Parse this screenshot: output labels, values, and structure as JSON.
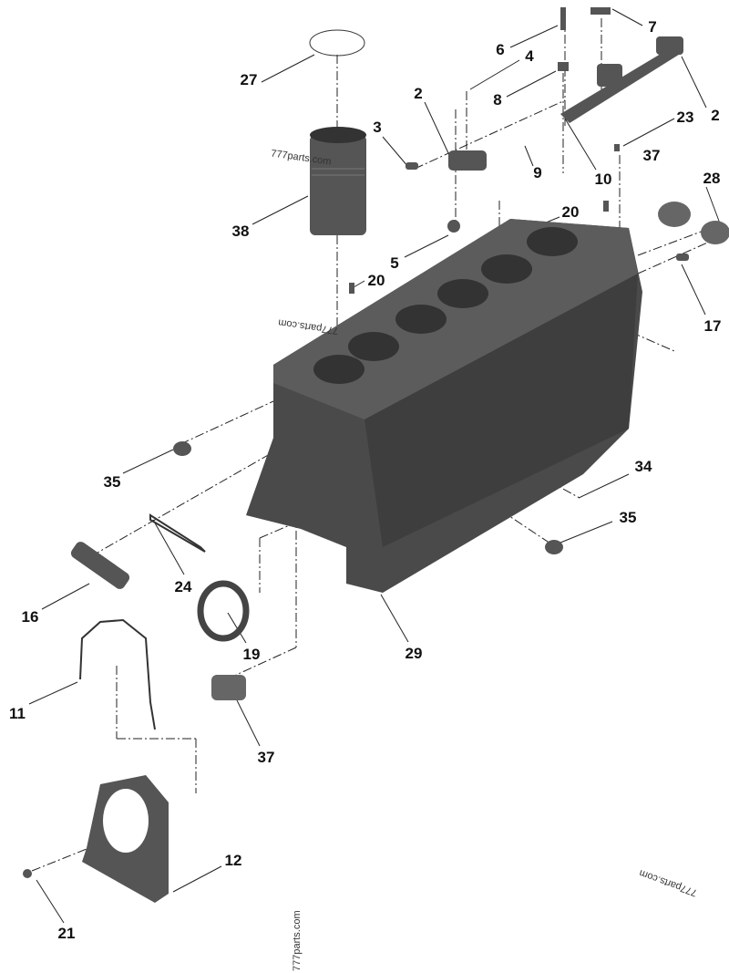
{
  "watermarks": [
    "777parts.com",
    "777parts.com",
    "777parts.com",
    "777parts.com"
  ],
  "callouts": [
    "27",
    "6",
    "7",
    "4",
    "8",
    "2",
    "2",
    "23",
    "3",
    "9",
    "10",
    "37",
    "28",
    "38",
    "20",
    "5",
    "20",
    "17",
    "35",
    "34",
    "35",
    "24",
    "16",
    "19",
    "29",
    "11",
    "37",
    "12",
    "21"
  ],
  "colors": {
    "part": "#4a4a4a",
    "part_light": "#6a6a6a",
    "line": "#222222"
  }
}
